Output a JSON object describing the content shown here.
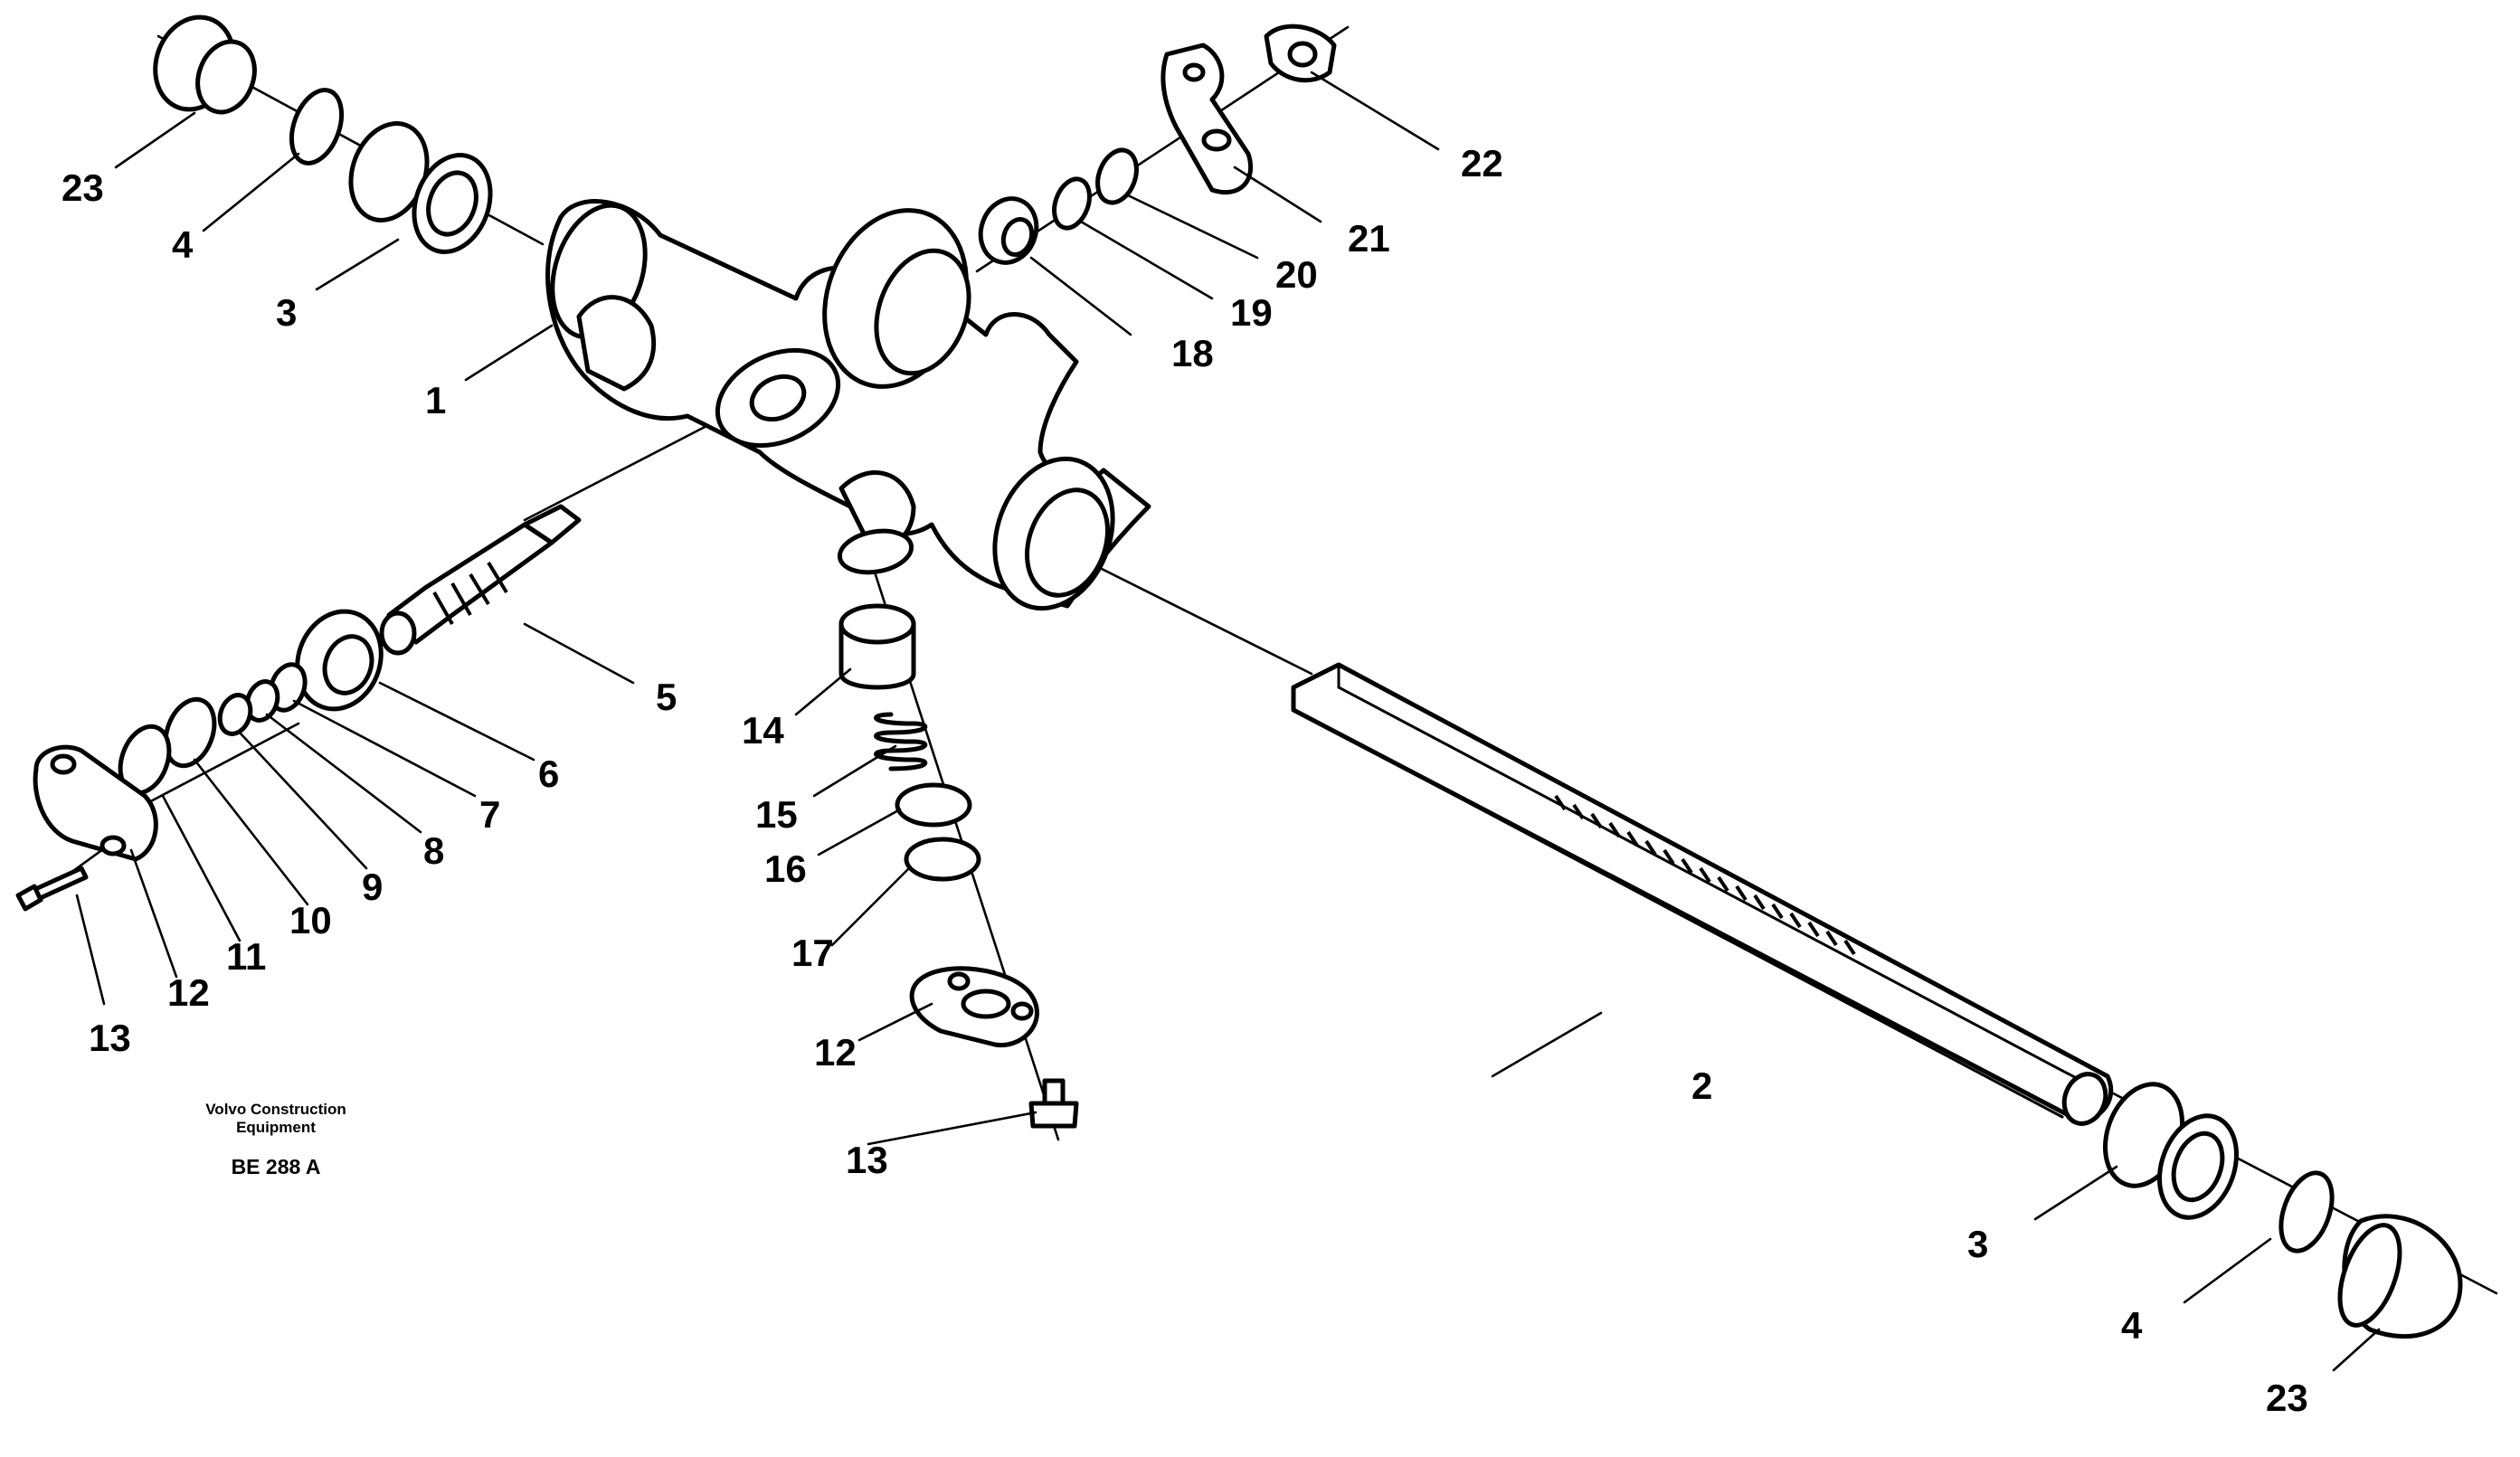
{
  "diagram": {
    "labels": {
      "l1": "1",
      "l2": "2",
      "l3a": "3",
      "l3b": "3",
      "l4a": "4",
      "l4b": "4",
      "l5": "5",
      "l6": "6",
      "l7": "7",
      "l8": "8",
      "l9": "9",
      "l10": "10",
      "l11": "11",
      "l12a": "12",
      "l12b": "12",
      "l13a": "13",
      "l13b": "13",
      "l14": "14",
      "l15": "15",
      "l16": "16",
      "l17": "17",
      "l18": "18",
      "l19": "19",
      "l20": "20",
      "l21": "21",
      "l22": "22",
      "l23a": "23",
      "l23b": "23"
    },
    "footer": {
      "company_line1": "Volvo Construction",
      "company_line2": "Equipment",
      "drawing_code": "BE 288 A"
    }
  }
}
